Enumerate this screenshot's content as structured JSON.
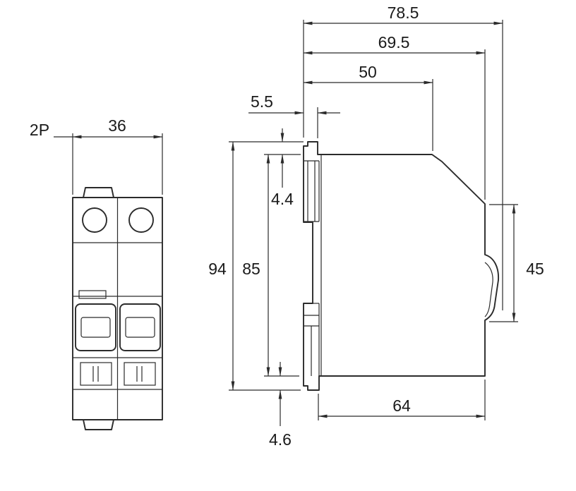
{
  "drawing": {
    "title": "2-pole miniature circuit breaker dimension drawing",
    "colors": {
      "line": "#2b2b2b",
      "background": "#ffffff"
    },
    "front_view": {
      "pole_label": "2P",
      "width": "36"
    },
    "side_view": {
      "overall_depth": "78.5",
      "body_depth": "69.5",
      "top_depth": "50",
      "rail_tab_width": "5.5",
      "top_clip_height": "4.4",
      "overall_height": "94",
      "body_height": "85",
      "front_face_height": "45",
      "bottom_depth": "64",
      "bottom_clip_height": "4.6"
    }
  }
}
